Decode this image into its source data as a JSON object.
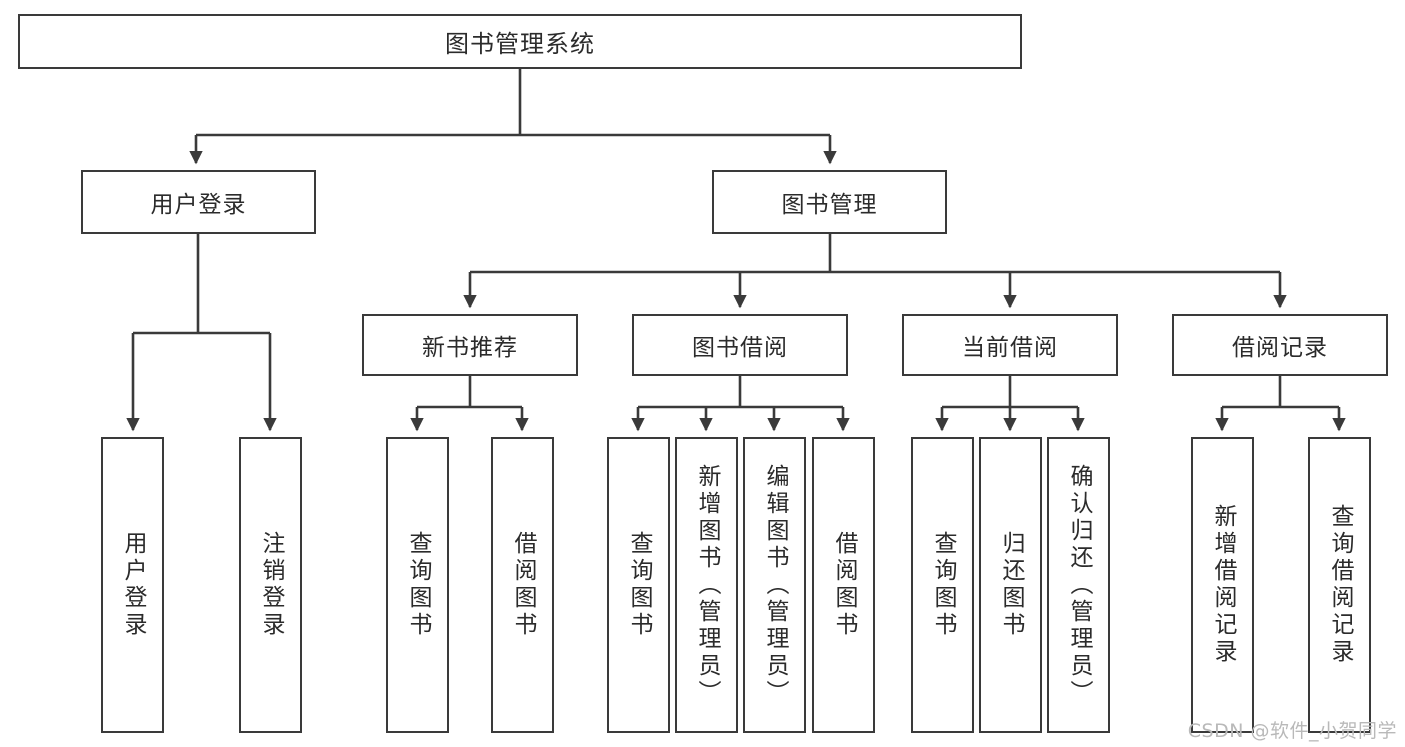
{
  "diagram": {
    "title": "图书管理系统",
    "type": "hierarchy-tree",
    "root": {
      "label": "图书管理系统"
    },
    "level2": [
      {
        "id": "user-login",
        "label": "用户登录"
      },
      {
        "id": "book-management",
        "label": "图书管理"
      }
    ],
    "level3": [
      {
        "id": "new-book-recommend",
        "label": "新书推荐",
        "parent": "book-management"
      },
      {
        "id": "book-borrow",
        "label": "图书借阅",
        "parent": "book-management"
      },
      {
        "id": "current-borrow",
        "label": "当前借阅",
        "parent": "book-management"
      },
      {
        "id": "borrow-record",
        "label": "借阅记录",
        "parent": "book-management"
      }
    ],
    "leaves": [
      {
        "id": "leaf-user-login",
        "label": "用户登录",
        "parent": "user-login"
      },
      {
        "id": "leaf-logout",
        "label": "注销登录",
        "parent": "user-login"
      },
      {
        "id": "leaf-query-book-1",
        "label": "查询图书",
        "parent": "new-book-recommend"
      },
      {
        "id": "leaf-borrow-book-1",
        "label": "借阅图书",
        "parent": "new-book-recommend"
      },
      {
        "id": "leaf-query-book-2",
        "label": "查询图书",
        "parent": "book-borrow"
      },
      {
        "id": "leaf-add-book",
        "label": "新增图书（管理员）",
        "parent": "book-borrow"
      },
      {
        "id": "leaf-edit-book",
        "label": "编辑图书（管理员）",
        "parent": "book-borrow"
      },
      {
        "id": "leaf-borrow-book-2",
        "label": "借阅图书",
        "parent": "book-borrow"
      },
      {
        "id": "leaf-query-book-3",
        "label": "查询图书",
        "parent": "current-borrow"
      },
      {
        "id": "leaf-return-book",
        "label": "归还图书",
        "parent": "current-borrow"
      },
      {
        "id": "leaf-confirm-return",
        "label": "确认归还（管理员）",
        "parent": "current-borrow"
      },
      {
        "id": "leaf-add-record",
        "label": "新增借阅记录",
        "parent": "borrow-record"
      },
      {
        "id": "leaf-query-record",
        "label": "查询借阅记录",
        "parent": "borrow-record"
      }
    ],
    "colors": {
      "stroke": "#3a3a3a",
      "fill": "#ffffff",
      "text": "#2b2b2b",
      "watermark": "#b9b9b9"
    }
  },
  "watermark": {
    "text": "CSDN @软件_小贺同学"
  }
}
